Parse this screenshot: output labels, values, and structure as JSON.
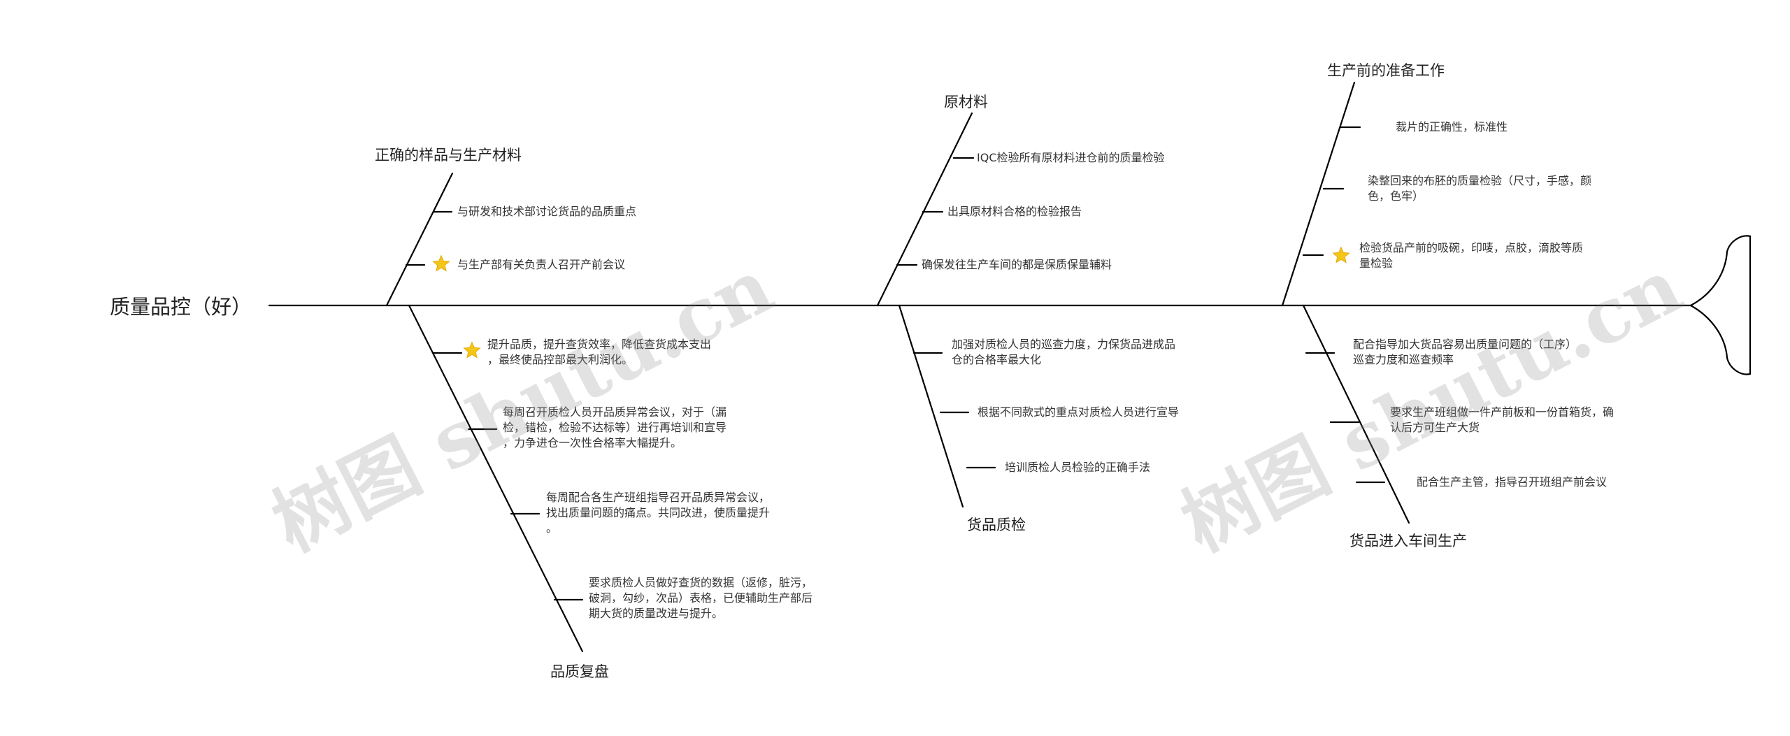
{
  "diagram": {
    "title": "质量品控（好）",
    "branches": [
      {
        "label": "正确的样品与生产材料",
        "items": [
          {
            "text": "与研发和技术部讨论货品的品质重点",
            "star": false
          },
          {
            "text": "与生产部有关负责人召开产前会议",
            "star": true
          }
        ]
      },
      {
        "label": "品质复盘",
        "items": [
          {
            "text": "提升品质，提升查货效率，降低查货成本支出\n，最终使品控部最大利润化。",
            "star": true
          },
          {
            "text": "每周召开质检人员开品质异常会议，对于（漏\n检，错检，检验不达标等）进行再培训和宣导\n，力争进仓一次性合格率大幅提升。",
            "star": false
          },
          {
            "text": "每周配合各生产班组指导召开品质异常会议，\n找出质量问题的痛点。共同改进，使质量提升\n。",
            "star": false
          },
          {
            "text": "要求质检人员做好查货的数据（返修，脏污，\n破洞，勾纱，次品）表格，已便辅助生产部后\n期大货的质量改进与提升。",
            "star": false
          }
        ]
      },
      {
        "label": "原材料",
        "items": [
          {
            "text": "IQC检验所有原材料进仓前的质量检验",
            "star": false
          },
          {
            "text": "出具原材料合格的检验报告",
            "star": false
          },
          {
            "text": "确保发往生产车间的都是保质保量辅料",
            "star": false
          }
        ]
      },
      {
        "label": "货品质检",
        "items": [
          {
            "text": "加强对质检人员的巡查力度，力保货品进成品\n仓的合格率最大化",
            "star": false
          },
          {
            "text": "根据不同款式的重点对质检人员进行宣导",
            "star": false
          },
          {
            "text": "培训质检人员检验的正确手法",
            "star": false
          }
        ]
      },
      {
        "label": "生产前的准备工作",
        "items": [
          {
            "text": "裁片的正确性，标准性",
            "star": false
          },
          {
            "text": "染整回来的布胚的质量检验（尺寸，手感，颜\n色，色牢）",
            "star": false
          },
          {
            "text": "检验货品产前的吸碗，印唛，点胶，滴胶等质\n量检验",
            "star": true
          }
        ]
      },
      {
        "label": "货品进入车间生产",
        "items": [
          {
            "text": "配合指导加大货品容易出质量问题的（工序）\n巡查力度和巡查频率",
            "star": false
          },
          {
            "text": "要求生产班组做一件产前板和一份首箱货，确\n认后方可生产大货",
            "star": false
          },
          {
            "text": "配合生产主管，指导召开班组产前会议",
            "star": false
          }
        ]
      }
    ]
  },
  "watermark": "树图 shutu.cn",
  "colors": {
    "line": "#000000",
    "star": "#f5c518",
    "text": "#222222"
  },
  "icons": {
    "star": "star-icon",
    "fish-tail": "fish-tail-shape"
  }
}
